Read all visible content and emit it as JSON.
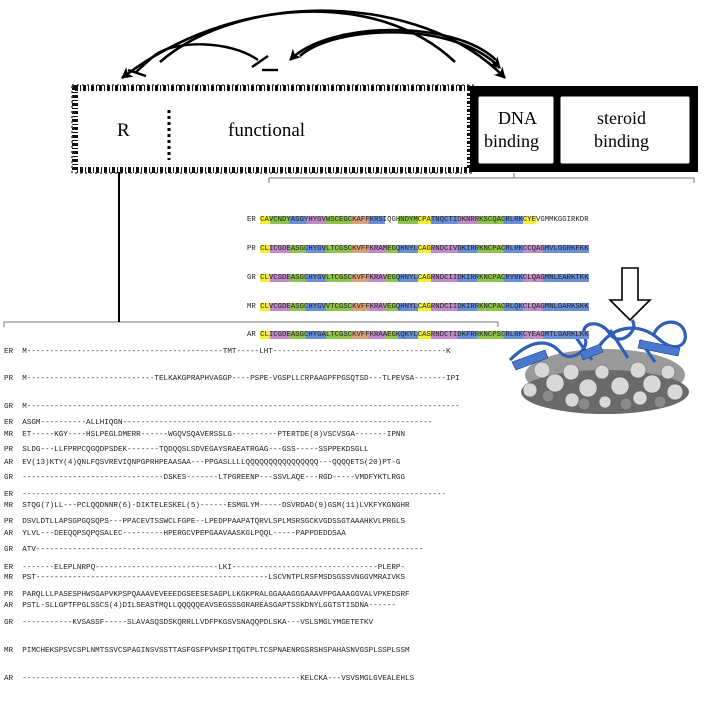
{
  "domains": {
    "r": "R",
    "functional": "functional",
    "dna_binding_line1": "DNA",
    "dna_binding_line2": "binding",
    "steroid_binding_line1": "steroid",
    "steroid_binding_line2": "binding"
  },
  "dbd_alignment": [
    {
      "id": "ER",
      "seq": "CAVCNDYASGYHYGVWSCEGCKAFFKRSIQGHNDYMCPATNQCTIDKNRRKSCQACRLRKCYEVGMMKGGIRKDR"
    },
    {
      "id": "PR",
      "seq": "CLICGDEASGCHYGVLTCGSCKVFFKRAMEGQHNYLCAGRNDCIVDKIRRKNCPACRLRKCCQAGMVLGGRKFKK"
    },
    {
      "id": "GR",
      "seq": "CLVCSDEASGCHYGVLTCGSCKVFFKRAVEGQHNYLCAGRNDCIIDKIRRKNCPACRYRKCLQAGMNLEARKTKK"
    },
    {
      "id": "MR",
      "seq": "CLVCGDEASGCHYGVVTCGSCKVFFKRAVEGQHNYLCAGRNDCIIDKIRRKNCPACRLQKCLQAGMNLGARKSKK"
    },
    {
      "id": "AR",
      "seq": "CLICGDEASGCHYGALTCGSCKVFFKRAAEGKQKYLCASRNDCTIDKFRRKNCPSCRLRKCYEAGMTLGARKLKK"
    }
  ],
  "ntd_blocks": [
    [
      {
        "id": "ER",
        "seq": "M-------------------------------------------TMT-----LHT--------------------------------------K"
      },
      {
        "id": "PR",
        "seq": "M----------------------------TELKAKGPRAPHVAGGP----PSPE-VGSPLLCRPAAGPFPGSQTSD---TLPEVSA-------IPI"
      },
      {
        "id": "GR",
        "seq": "M-----------------------------------------------------------------------------------------------"
      },
      {
        "id": "MR",
        "seq": "ET-----KGY----HSLPEGLDMERR------WGQVSQAVERSSLG----------PTERTDE(8)VSCVSGA-------IPNN"
      },
      {
        "id": "AR",
        "seq": "EV(13)KTY(4)QNLFQSVREVIQNPGPRHPEAASAA---PPGASLLLLQQQQQQQQQQQQQQQQ---QQQQETS(20)PT-G"
      }
    ],
    [
      {
        "id": "ER",
        "seq": "ASGM----------ALLHIQGN--------------------------------------------------------------------"
      },
      {
        "id": "PR",
        "seq": "SLDG---LLFPRPCQGQDPSDEK-------TQDQQSLSDVEGAYSRAEATRGAG---GSS-----SSPPEKDSGLL"
      },
      {
        "id": "GR",
        "seq": "-------------------------------DSKES-------LTPGREENP---SSVLAQE---RGD-----VMDFYKTLRGG"
      },
      {
        "id": "MR",
        "seq": "STQG(7)LL---PCLQQDNNR(6)-DIKTELESKEL(5)------ESMGLYM-----DSVRDAD(9)GSM(11)LVKFYKGNGHR"
      },
      {
        "id": "AR",
        "seq": "YLVL---DEEQQPSQPQSALEC---------HPERGCVPEPGAAVAASKGLPQQL-----PAPPDEDDSAA"
      }
    ],
    [
      {
        "id": "ER",
        "seq": "---------------------------------------------------------------------------------------------"
      },
      {
        "id": "PR",
        "seq": "DSVLDTLLAPSGPGQSQPS---PPACEVTSSWCLFGPE--LPEDPPAAPATQRVLSPLMSRSGCKVGDSSGTAAAHKVLPRGLS"
      },
      {
        "id": "GR",
        "seq": "ATV-------------------------------------------------------------------------------------"
      },
      {
        "id": "MR",
        "seq": "PST---------------------------------------------------LSCVNTPLRSFMSDSGSSVNGGVMRAIVKS"
      },
      {
        "id": "AR",
        "seq": "PSTL-SLLGPTFPGLSSCS(4)DILSEASTMQLLQQQQQEAVSEGSSSGRAREASGAPTSSKDNYLGGTSTISDNA------"
      }
    ],
    [
      {
        "id": "ER",
        "seq": "-------ELEPLNRPQ---------------------------LKI--------------------------------PLERP-"
      },
      {
        "id": "PR",
        "seq": "PARQLLLPASESPHWSGAPVKPSPQAAAVEVEEEDGSEESESAGPLLKGKPRALGGAAAGGGAAAVPPGAAAGGVALVPKEDSRF"
      },
      {
        "id": "GR",
        "seq": "-----------KVSASSF-----SLAVASQSDSKQRRLLVDFPKGSVSNAQQPDLSKA---VSLSMGLYMGETETKV"
      },
      {
        "id": "MR",
        "seq": "PIMCHEKSPSVCSPLNMTSSVCSPAGINSVSSTTASFGSFPVHSPITQGTPLTCSPNAENRGSRSHSPAHASNVGSPLSSPLSSM"
      },
      {
        "id": "AR",
        "seq": "-------------------------------------------------------------KELCKA---VSVSMGLGVEALEHLS"
      }
    ]
  ]
}
